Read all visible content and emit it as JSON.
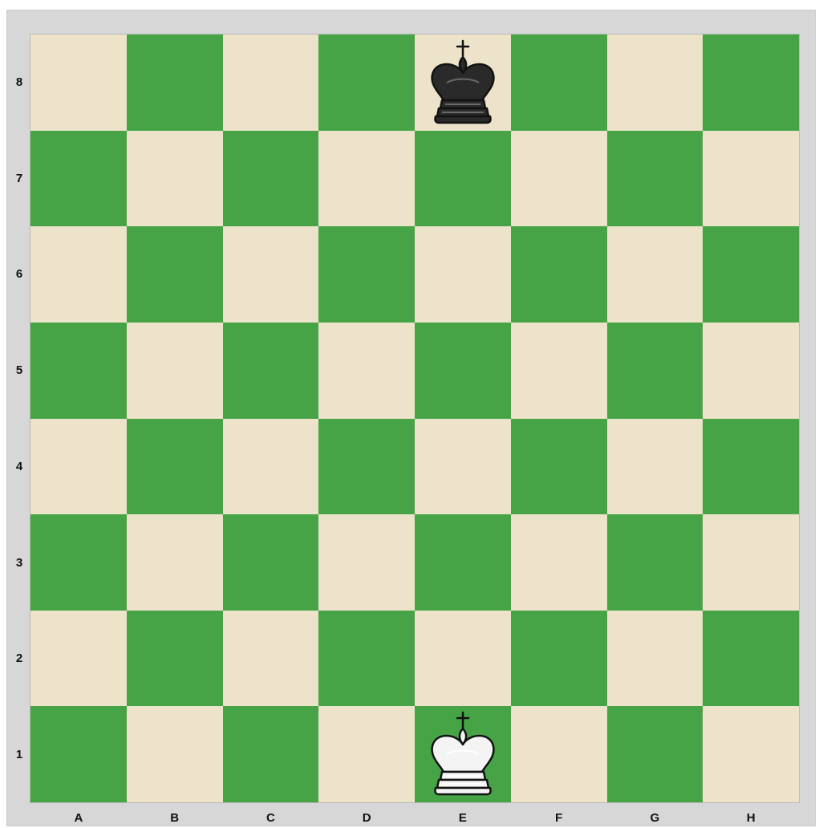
{
  "board": {
    "files": [
      "A",
      "B",
      "C",
      "D",
      "E",
      "F",
      "G",
      "H"
    ],
    "ranks": [
      "8",
      "7",
      "6",
      "5",
      "4",
      "3",
      "2",
      "1"
    ],
    "light_color": "#ede3cb",
    "dark_color": "#46a446",
    "pieces": [
      {
        "square": "E8",
        "piece": "king",
        "color": "black",
        "icon": "black-king-icon"
      },
      {
        "square": "E1",
        "piece": "king",
        "color": "white",
        "icon": "white-king-icon"
      }
    ]
  }
}
